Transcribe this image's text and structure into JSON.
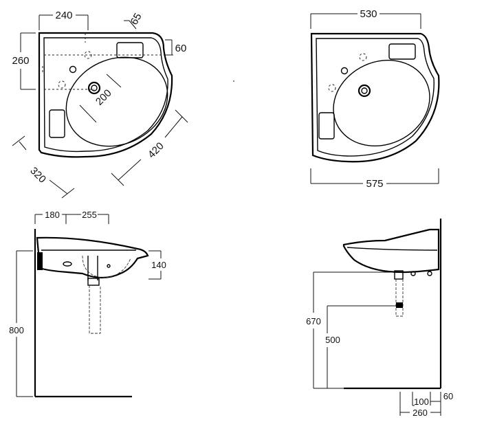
{
  "drawing": {
    "top_left_view": {
      "dim_width": "240",
      "dim_corner": "65",
      "dim_right": "60",
      "dim_left_height": "260",
      "dim_bowl": "200",
      "dim_diag_left": "320",
      "dim_diag_right": "420"
    },
    "top_right_view": {
      "dim_top": "530",
      "dim_bottom": "575"
    },
    "side_left_view": {
      "dim_a": "180",
      "dim_b": "255",
      "dim_depth": "140",
      "dim_height": "800"
    },
    "side_right_view": {
      "dim_670": "670",
      "dim_500": "500",
      "dim_100": "100",
      "dim_60": "60",
      "dim_260": "260"
    }
  }
}
